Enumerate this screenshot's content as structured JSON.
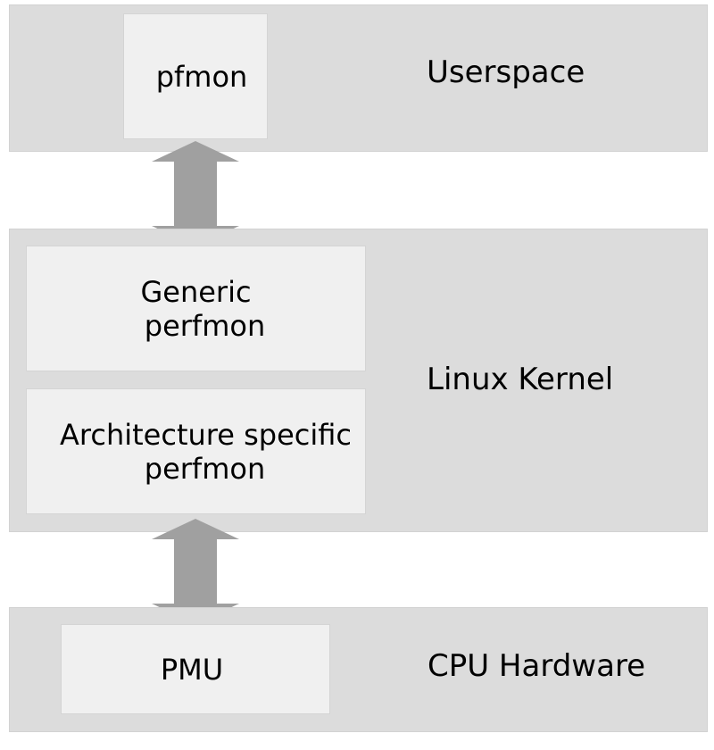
{
  "layers": {
    "userspace": {
      "label": "Userspace",
      "components": {
        "pfmon": {
          "label": "pfmon"
        }
      }
    },
    "kernel": {
      "label": "Linux Kernel",
      "components": {
        "generic": {
          "lines": [
            "Generic",
            "perfmon"
          ]
        },
        "arch": {
          "lines": [
            "Architecture specific",
            "perfmon"
          ]
        }
      }
    },
    "hardware": {
      "label": "CPU Hardware",
      "components": {
        "pmu": {
          "label": "PMU"
        }
      }
    }
  },
  "colors": {
    "layer_background": "#dcdcdc",
    "box_background": "#f0f0f0",
    "arrow": "#a0a0a0",
    "text": "#000000"
  }
}
